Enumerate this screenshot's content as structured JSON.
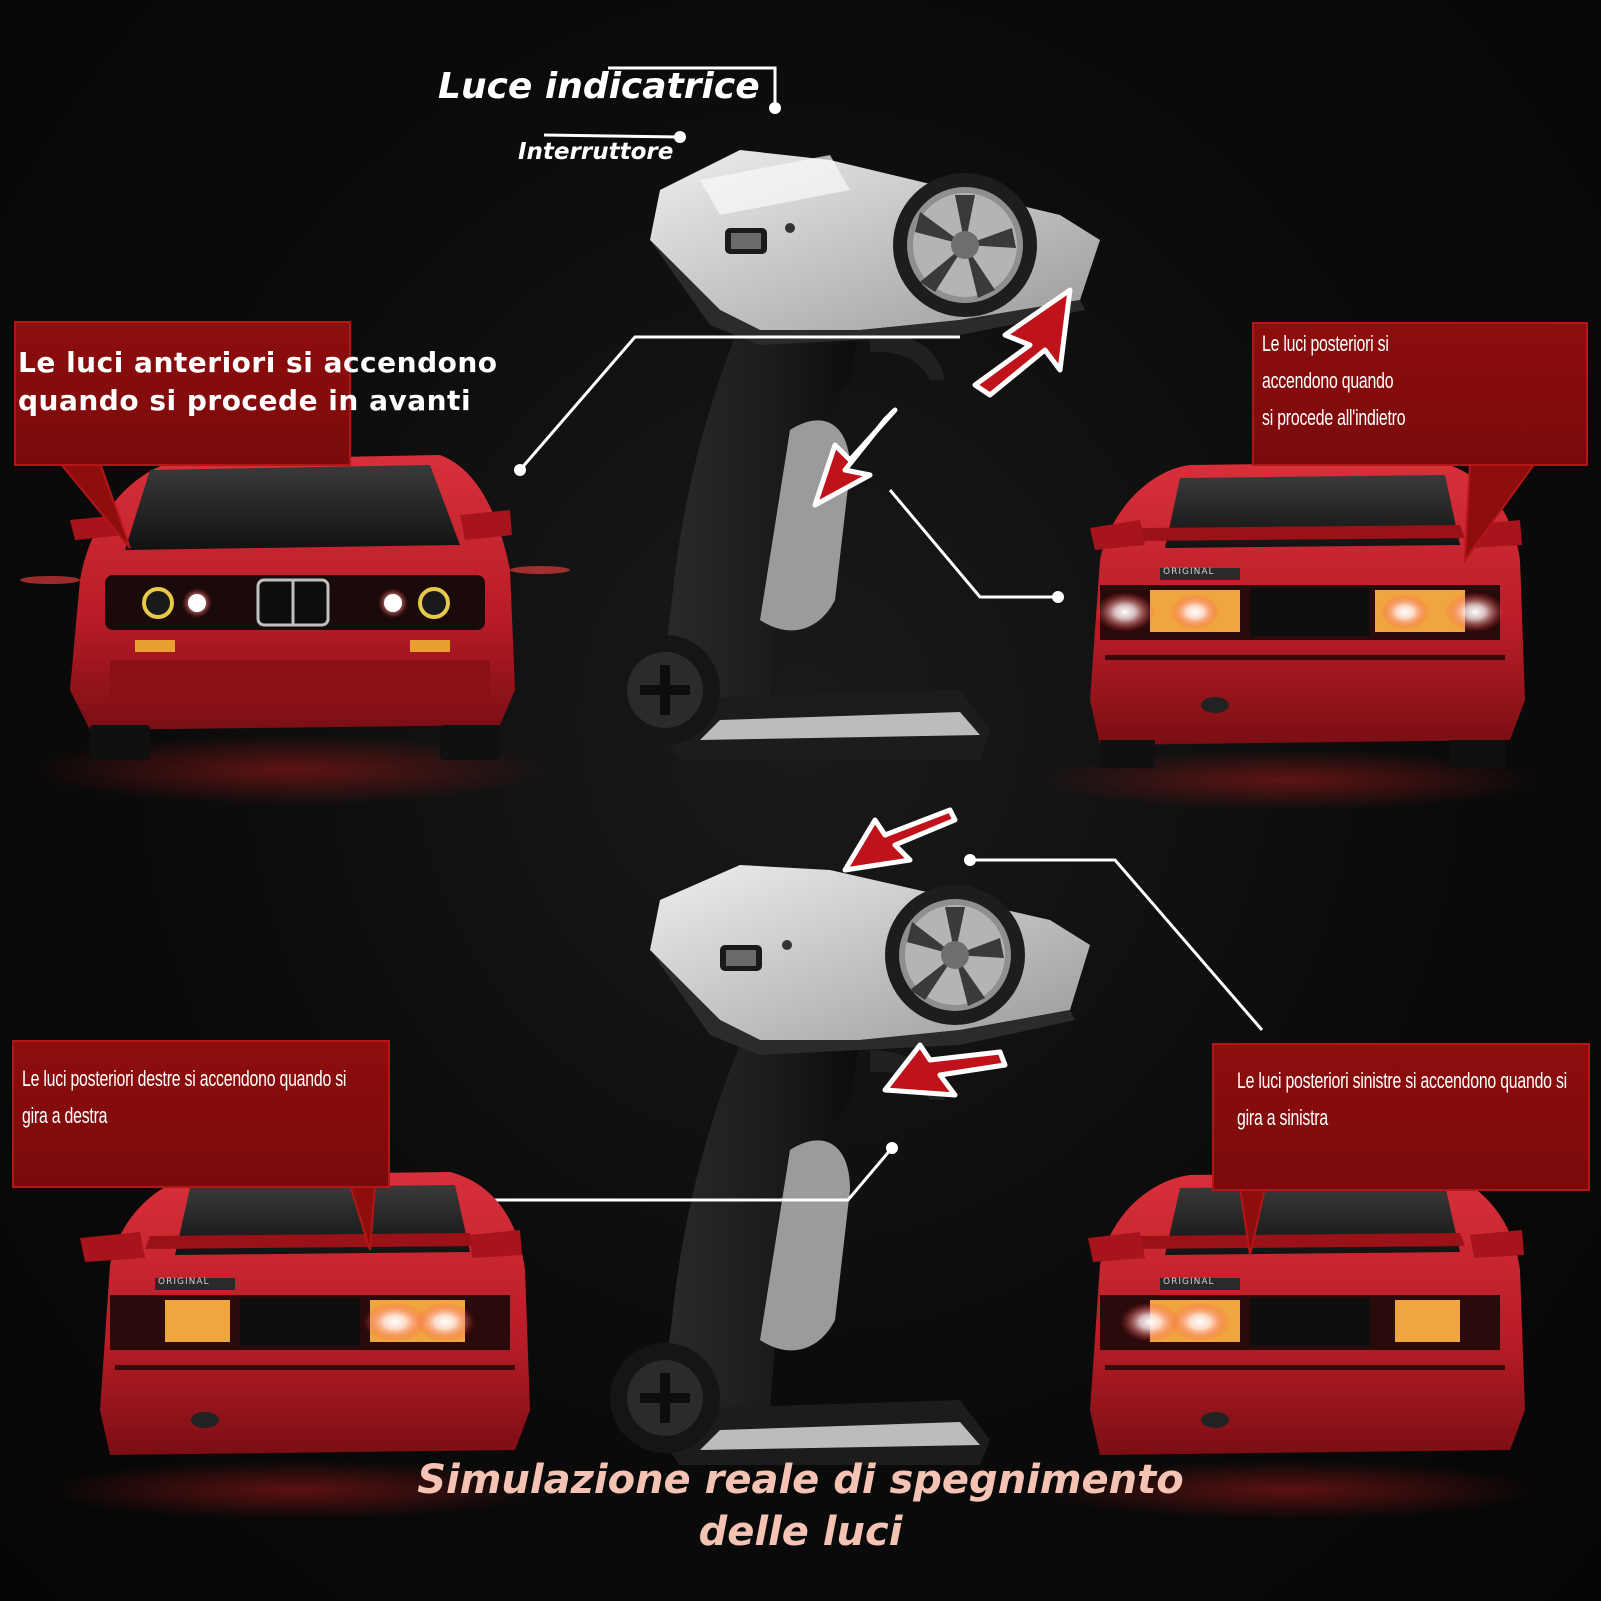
{
  "labels": {
    "indicator_light": "Luce indicatrice",
    "switch": "Interruttore",
    "front_lights": "Le luci anteriori si accendono quando si procede in avanti",
    "rear_lights": "Le luci posteriori si accendono quando si procede all'indietro",
    "right_turn": "Le luci posteriori destre si accendono quando si gira a destra",
    "left_turn": "Le luci posteriori sinistre si accendono quando si gira a sinistra"
  },
  "badge_text": "ORIGINAL",
  "caption": "Simulazione reale di spegnimento delle luci",
  "colors": {
    "label_bg": "#8e0d0d",
    "car_red": "#c8202a",
    "caption": "#f5c3b3",
    "arrow_red": "#c0121a"
  }
}
